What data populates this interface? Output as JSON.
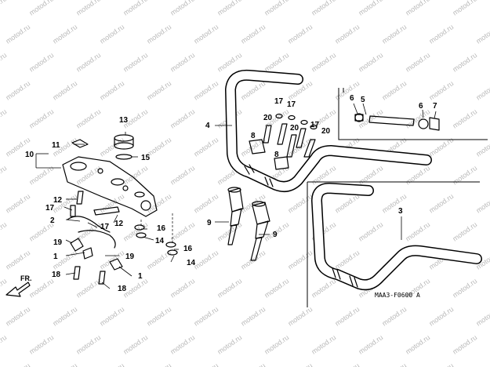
{
  "watermark": "motod.ru",
  "diagram_code": "MAA3-F0600 A",
  "front_label": "FR.",
  "callouts": {
    "c1a": "1",
    "c1b": "1",
    "c2": "2",
    "c3": "3",
    "c4": "4",
    "c5": "5",
    "c6a": "6",
    "c6b": "6",
    "c7": "7",
    "c8a": "8",
    "c8b": "8",
    "c9a": "9",
    "c9b": "9",
    "c10": "10",
    "c11": "11",
    "c12a": "12",
    "c12b": "12",
    "c13": "13",
    "c14a": "14",
    "c14b": "14",
    "c15": "15",
    "c16a": "16",
    "c16b": "16",
    "c17a": "17",
    "c17b": "17",
    "c17c": "17",
    "c17d": "17",
    "c17e": "17",
    "c18a": "18",
    "c18b": "18",
    "c19a": "19",
    "c19b": "19",
    "c20a": "20",
    "c20b": "20",
    "c20c": "20"
  }
}
